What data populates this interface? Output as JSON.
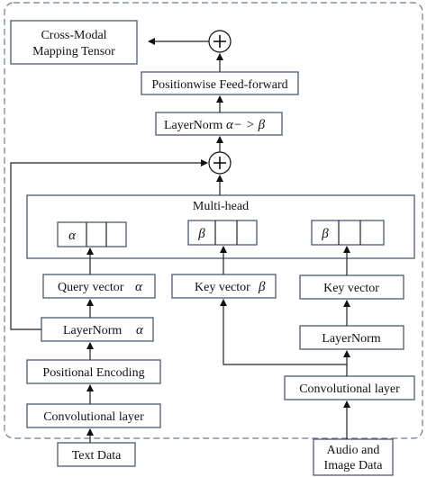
{
  "blocks": {
    "cross_modal": [
      "Cross-Modal",
      "Mapping Tensor"
    ],
    "ffn": "Positionwise Feed-forward",
    "layernorm_top": {
      "label": "LayerNorm",
      "math": "α− > β"
    },
    "multihead": "Multi-head",
    "query_symbol": "α",
    "key1_symbol": "β",
    "key2_symbol": "β",
    "query_vector": {
      "label": "Query vector",
      "math": "α"
    },
    "key_vector_1": {
      "label": "Key vector",
      "math": "β"
    },
    "key_vector_2": "Key vector",
    "layernorm_left": {
      "label": "LayerNorm",
      "math": "α"
    },
    "layernorm_right": "LayerNorm",
    "positional_encoding": "Positional Encoding",
    "conv_left": "Convolutional layer",
    "conv_right": "Convolutional layer",
    "text_data": "Text Data",
    "audio_image": [
      "Audio and",
      "Image Data"
    ]
  }
}
